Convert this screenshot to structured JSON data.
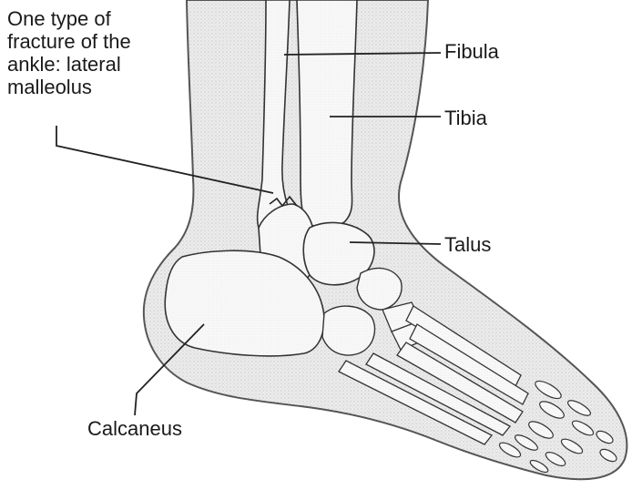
{
  "figure": {
    "labels": {
      "fracture": [
        "One type of",
        "fracture of the",
        "ankle: lateral",
        "malleolus"
      ],
      "fibula": "Fibula",
      "tibia": "Tibia",
      "talus": "Talus",
      "calcaneus": "Calcaneus"
    },
    "colors": {
      "skin": "#e6e6e6",
      "skin_outline": "#444444",
      "bone": "#f6f6f6",
      "bone_outline": "#333333",
      "leader_line": "#222222"
    }
  }
}
